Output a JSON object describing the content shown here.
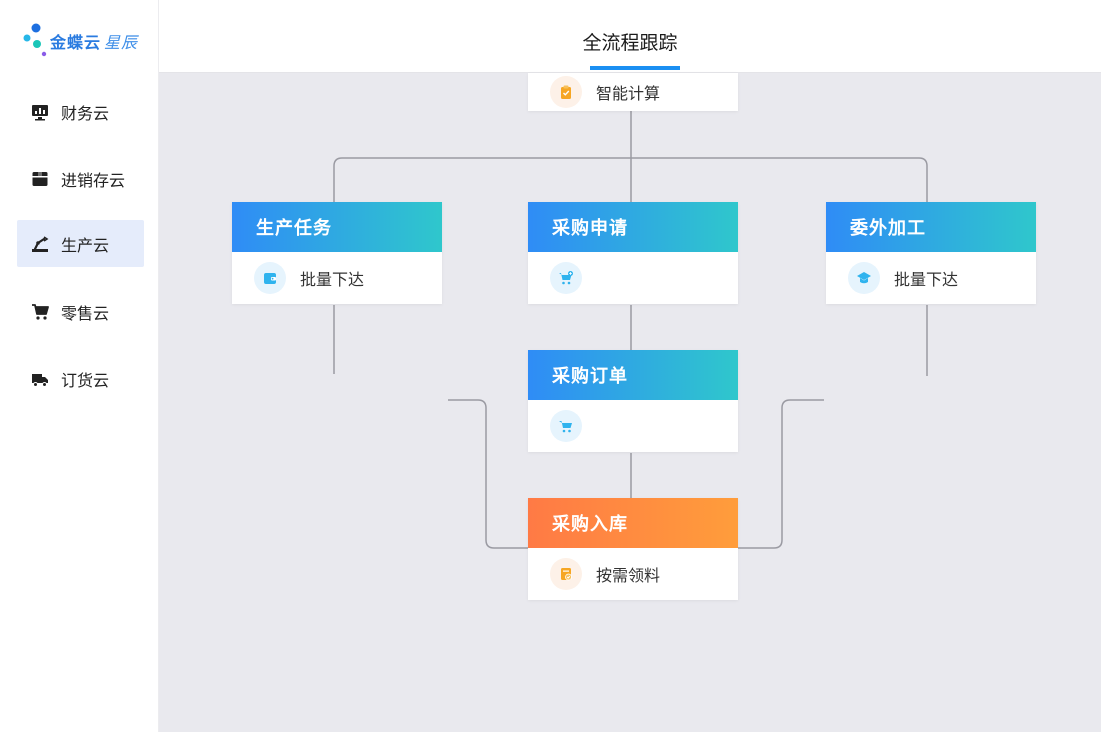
{
  "logo": {
    "brand": "金蝶云",
    "edition": "星辰"
  },
  "sidebar": {
    "items": [
      {
        "label": "财务云",
        "icon": "monitor-chart-icon",
        "active": false
      },
      {
        "label": "进销存云",
        "icon": "box-icon",
        "active": false
      },
      {
        "label": "生产云",
        "icon": "robot-arm-icon",
        "active": true
      },
      {
        "label": "零售云",
        "icon": "cart-icon",
        "active": false
      },
      {
        "label": "订货云",
        "icon": "truck-icon",
        "active": false
      }
    ]
  },
  "header": {
    "title": "全流程跟踪"
  },
  "flow": {
    "top": {
      "body": "智能计算",
      "icon": "clipboard-icon"
    },
    "production_task": {
      "title": "生产任务",
      "body": "批量下达",
      "icon": "wallet-icon"
    },
    "purchase_request": {
      "title": "采购申请",
      "body": "",
      "icon": "cart-plus-icon"
    },
    "outsourcing": {
      "title": "委外加工",
      "body": "批量下达",
      "icon": "cap-icon"
    },
    "purchase_order": {
      "title": "采购订单",
      "body": "",
      "icon": "cart-icon"
    },
    "purchase_inbound": {
      "title": "采购入库",
      "body": "按需领料",
      "icon": "document-check-icon"
    }
  },
  "colors": {
    "accent": "#1a8ff2",
    "head_blue_start": "#2f8cf6",
    "head_blue_end": "#2fc7cc",
    "head_orange_start": "#ff7a45",
    "head_orange_end": "#ff9d3b",
    "canvas_bg": "#e9e9ee"
  }
}
